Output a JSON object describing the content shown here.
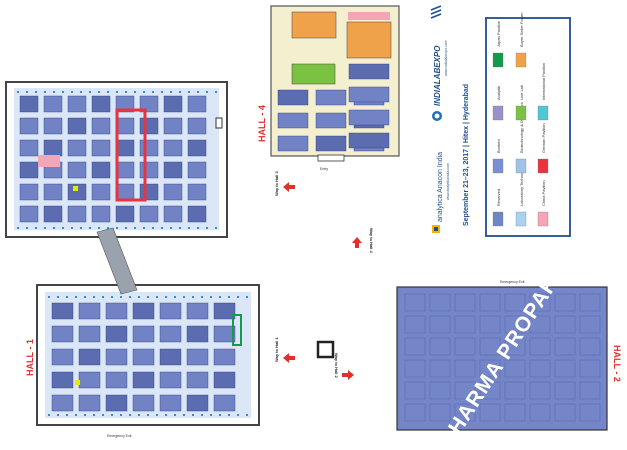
{
  "halls": {
    "hall1": {
      "label": "HALL - 1"
    },
    "hall2": {
      "label": "HALL - 2"
    },
    "hall4": {
      "label": "HALL - 4"
    }
  },
  "zones": {
    "pharma_label": "PHARMA PROPAK"
  },
  "directions": {
    "hall1": "Way to Hall 1",
    "hall2": "Way to Hall 2",
    "hall3": "Way to Hall 3",
    "hall4": "Way to Hall 4"
  },
  "exits": {
    "emergency": "Emergency Exit",
    "entry": "Entry"
  },
  "brand": {
    "org": "analytica Anacon India",
    "url1": "www.analyticaindia.com",
    "event": "INDIALABEXPO",
    "url2": "www.indialabexpo.com",
    "dates": "September 21–23, 2017 | Hitex | Hyderabad"
  },
  "legend": [
    {
      "label": "Reserved",
      "color": "#6f86c6"
    },
    {
      "label": "Booked",
      "color": "#7b8fd4"
    },
    {
      "label": "Analytik",
      "color": "#9d8fc8"
    },
    {
      "label": "Japan Pavilion",
      "color": "#139a4a"
    },
    {
      "label": "Laboratory Technology",
      "color": "#a9d2f2"
    },
    {
      "label": "Biotechnology & Diagnostics",
      "color": "#9ec3e6"
    },
    {
      "label": "Live Lab",
      "color": "#7cc242"
    },
    {
      "label": "Buyer Seller Forum",
      "color": "#f0a24b"
    },
    {
      "label": "China Pavilion",
      "color": "#f4a6b7"
    },
    {
      "label": "German Pavilion",
      "color": "#e8343e"
    },
    {
      "label": "International Pavilion",
      "color": "#4fc7d5"
    }
  ],
  "colors": {
    "booth": "#7182c5",
    "booth_dark": "#5c6cb0",
    "aisle": "#d8e6f6",
    "pharma": "#7485c8",
    "pavilion_red": "#e8343e",
    "live_lab": "#7cc242",
    "forum": "#f0a24b",
    "china": "#f4a6b7",
    "legend_border": "#1d4f8c"
  },
  "icons": {
    "arrow": "red-direction-arrow-icon",
    "exit": "exit-sign-icon",
    "lift": "lift-box-icon"
  }
}
